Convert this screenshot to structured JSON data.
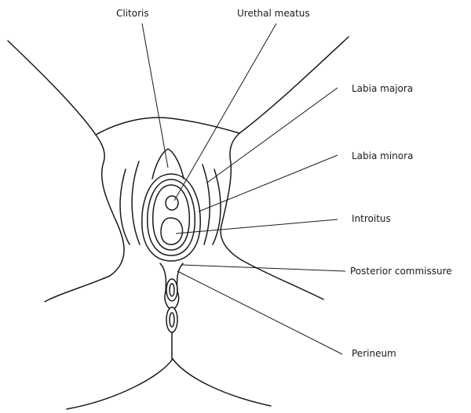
{
  "diagram": {
    "labels": {
      "clitoris": "Clitoris",
      "urethral_meatus": "Urethal meatus",
      "labia_majora": "Labia majora",
      "labia_minora": "Labia minora",
      "introitus": "Introitus",
      "posterior_commissure": "Posterior commissure",
      "perineum": "Perineum"
    }
  }
}
